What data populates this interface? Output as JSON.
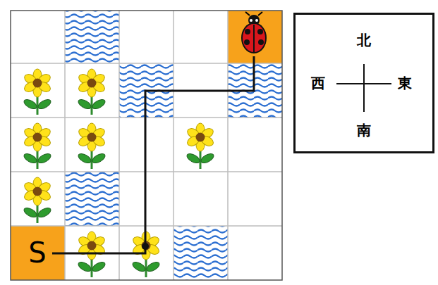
{
  "diagram": {
    "nodes": [
      {
        "text": [
          "S"
        ]
      },
      {
        "text": [
          "北",
          "西",
          "東",
          "南"
        ]
      }
    ]
  }
}
